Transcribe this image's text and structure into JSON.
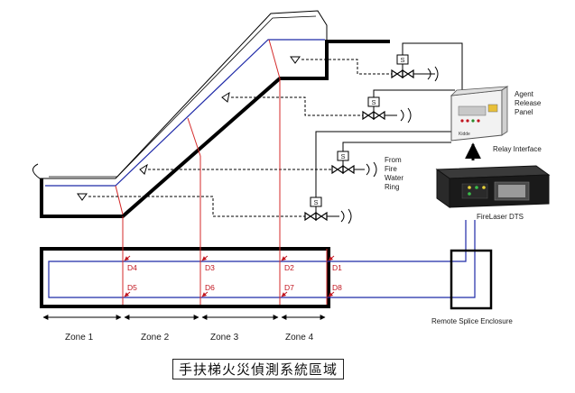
{
  "caption": "手扶梯火災偵測系統區域",
  "labels": {
    "agent_release_panel": [
      "Agent",
      "Release",
      "Panel"
    ],
    "relay_interface": "Relay Interface",
    "fire_water_ring": [
      "From",
      "Fire",
      "Water",
      "Ring"
    ],
    "firelaser_dts": "FireLaser DTS",
    "remote_splice_enclosure": "Remote Splice Enclosure",
    "valve_solenoid": "S"
  },
  "zones": [
    "Zone 1",
    "Zone 2",
    "Zone 3",
    "Zone 4"
  ],
  "detectors_top": [
    "D4",
    "D3",
    "D2",
    "D1"
  ],
  "detectors_bottom": [
    "D5",
    "D6",
    "D7",
    "D8"
  ],
  "colors": {
    "fiber": "#1f2aa8",
    "zone_line": "#d42a2a",
    "structure": "#000000",
    "pipe": "#000000"
  }
}
